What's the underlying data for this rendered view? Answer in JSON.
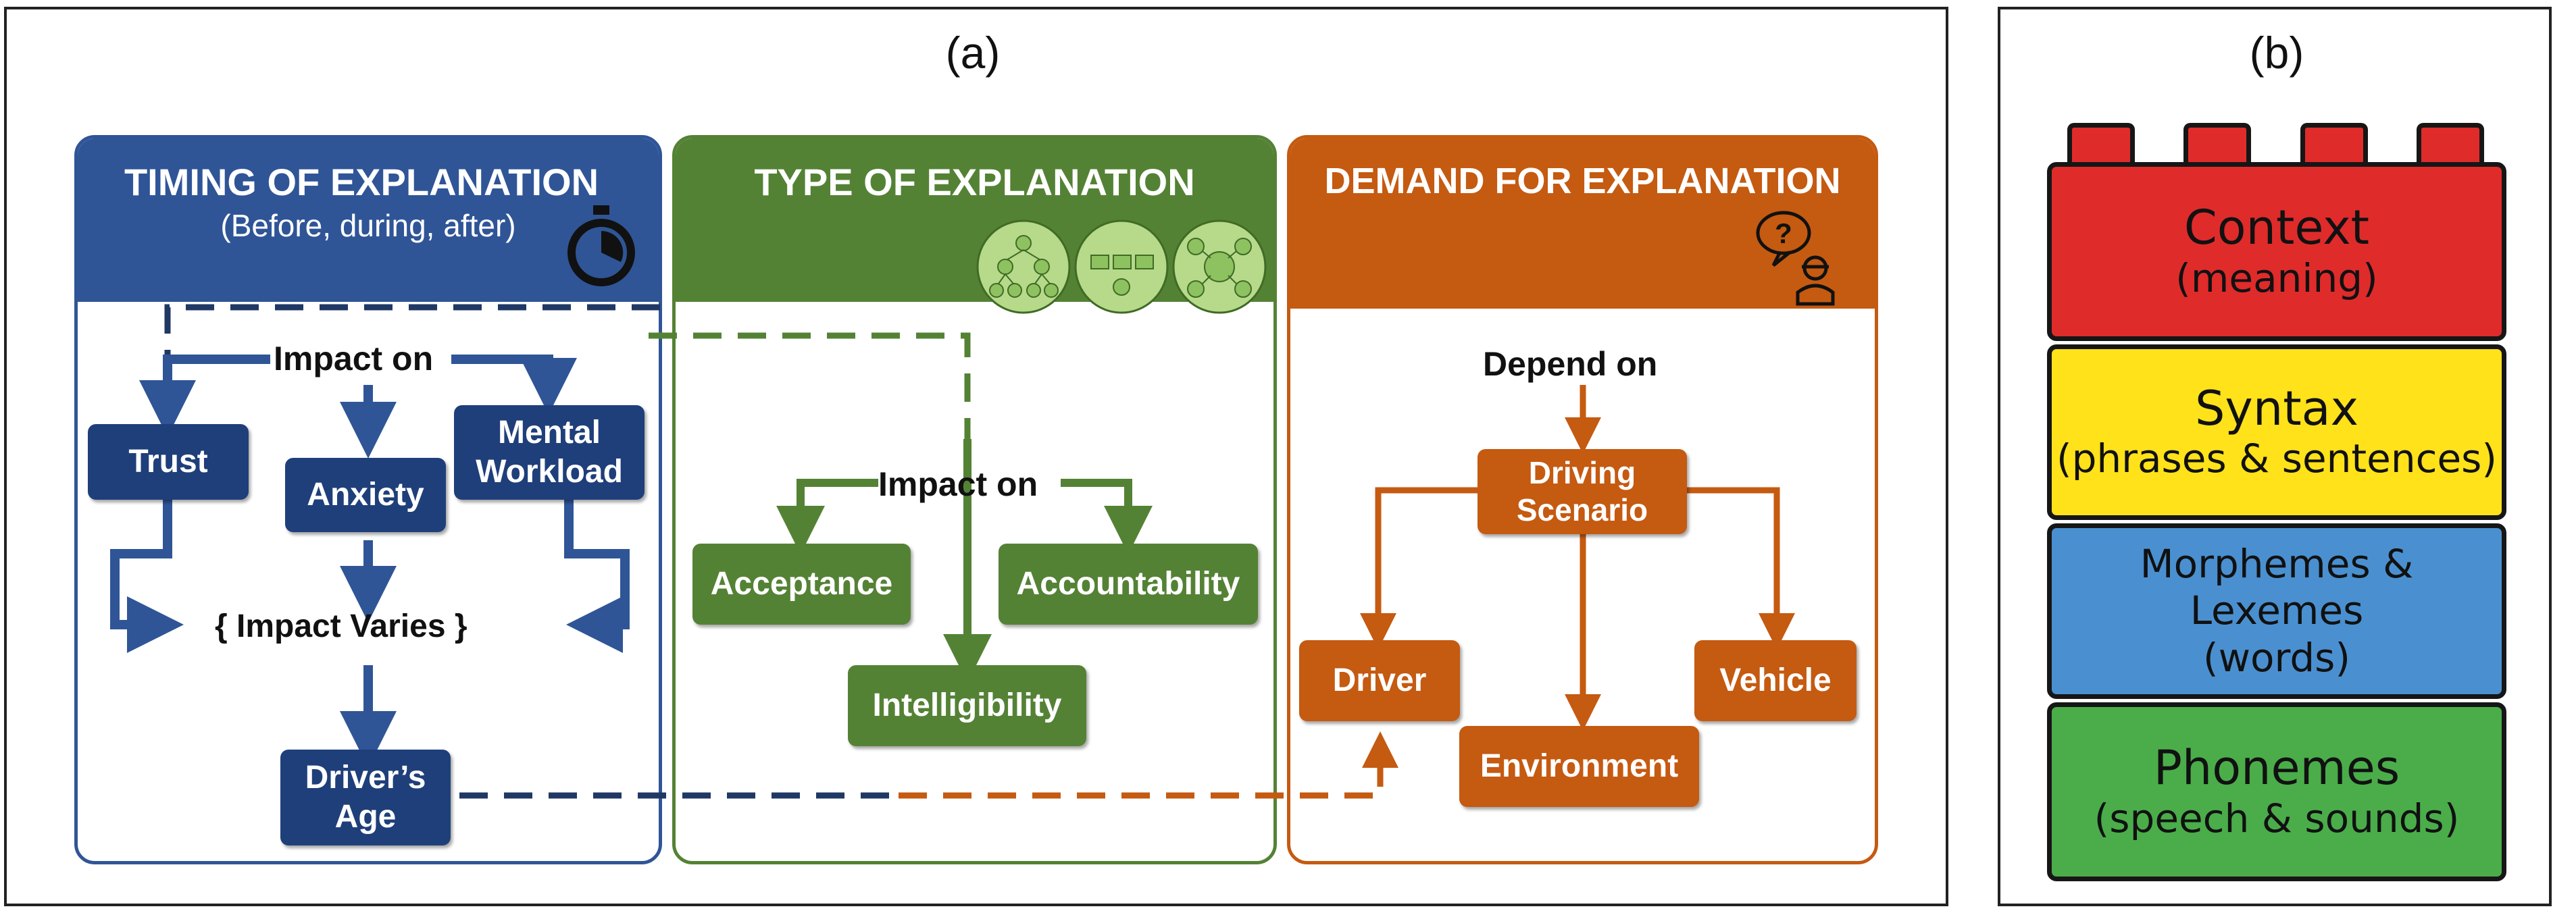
{
  "panel_a": {
    "label": "(a)",
    "timing": {
      "title": "TIMING OF EXPLANATION",
      "subtitle": "(Before, during, after)",
      "impact_on": "Impact on",
      "trust": "Trust",
      "anxiety": "Anxiety",
      "mental_workload": "Mental Workload",
      "impact_varies": "{   Impact Varies   }",
      "drivers_age": "Driver’s Age",
      "color": "#2f5597"
    },
    "type": {
      "title": "TYPE OF EXPLANATION",
      "impact_on": "Impact on",
      "acceptance": "Acceptance",
      "accountability": "Accountability",
      "intelligibility": "Intelligibility",
      "color": "#548235"
    },
    "demand": {
      "title": "DEMAND FOR EXPLANATION",
      "depend_on": "Depend on",
      "driving_scenario": "Driving Scenario",
      "driver": "Driver",
      "vehicle": "Vehicle",
      "environment": "Environment",
      "color": "#c55a11"
    }
  },
  "panel_b": {
    "label": "(b)",
    "layers": [
      {
        "title": "Context",
        "sub": "(meaning)",
        "color": "#e02b2b"
      },
      {
        "title": "Syntax",
        "sub": "(phrases & sentences)",
        "color": "#ffe21a"
      },
      {
        "title": "Morphemes & Lexemes",
        "sub": "(words)",
        "color": "#4a90d0"
      },
      {
        "title": "Phonemes",
        "sub": "(speech & sounds)",
        "color": "#4aad4a"
      }
    ]
  }
}
